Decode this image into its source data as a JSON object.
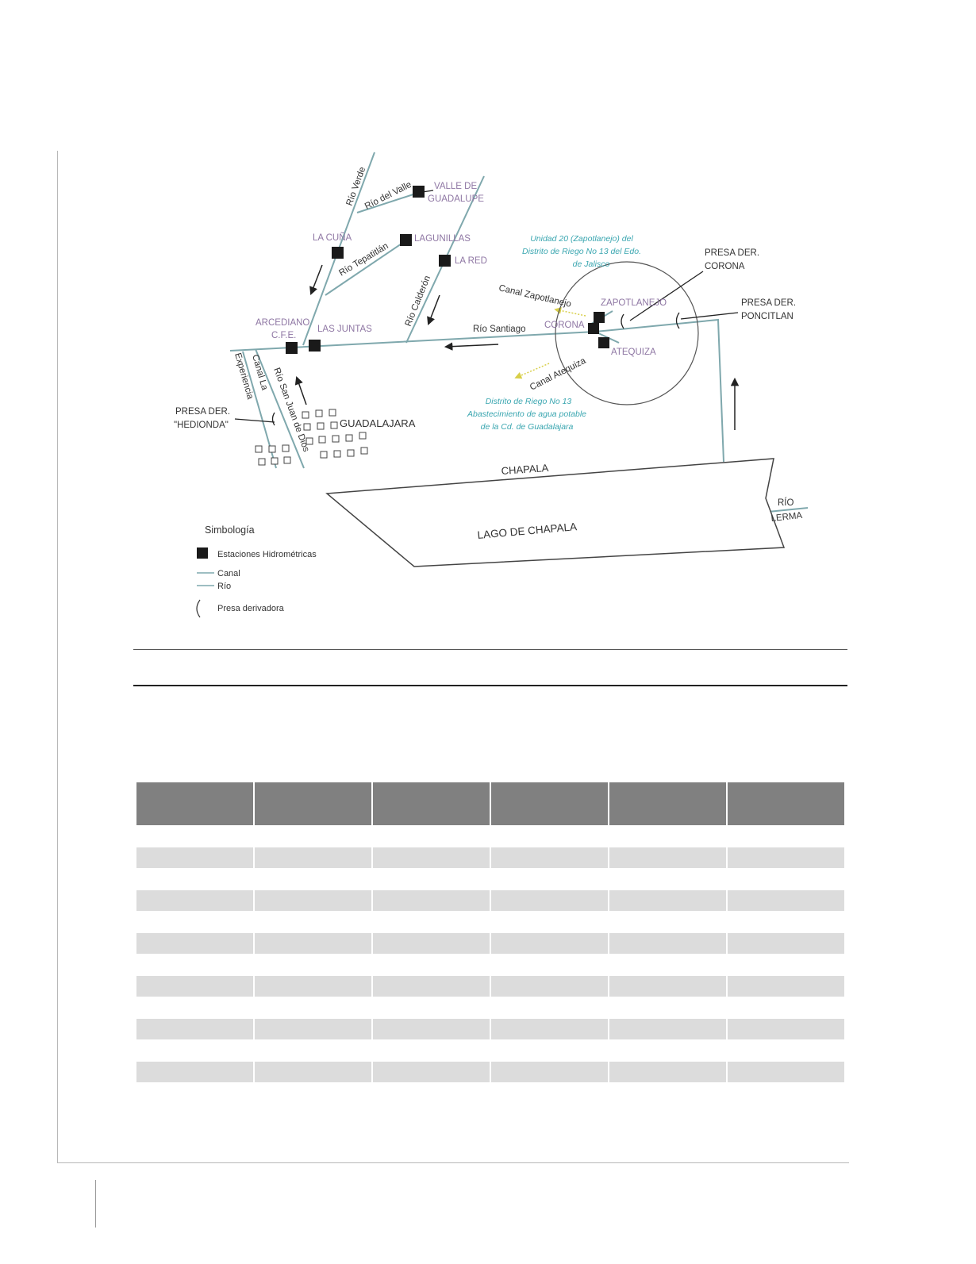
{
  "map": {
    "stations": {
      "valle_de_guadalupe": "VALLE DE GUADALUPE",
      "valle_line1": "VALLE DE",
      "valle_line2": "GUADALUPE",
      "la_cuna": "LA CUÑA",
      "lagunillas": "LAGUNILLAS",
      "la_red": "LA RED",
      "arcediano_line1": "ARCEDIANO",
      "arcediano_line2": "C.F.E.",
      "las_juntas": "LAS JUNTAS",
      "zapotlanejo": "ZAPOTLANEJO",
      "corona": "CORONA",
      "atequiza": "ATEQUIZA"
    },
    "rivers": {
      "rio_verde": "Río Verde",
      "rio_del_valle": "Río del Valle",
      "rio_tepatitlan": "Río Tepatitlán",
      "rio_calderon": "Río Calderón",
      "rio_santiago": "Río Santiago",
      "rio_san_juan_de_dios": "Río San Juan de Dios",
      "rio_lerma_line1": "RÍO",
      "rio_lerma_line2": "LERMA"
    },
    "canals": {
      "canal_zapotlanejo": "Canal Zapotlanejo",
      "canal_atequiza": "Canal Atequiza",
      "canal_la_experiencia_line1": "Canal La",
      "canal_la_experiencia_line2": "Experiencia"
    },
    "dams": {
      "corona_line1": "PRESA DER.",
      "corona_line2": "CORONA",
      "poncitlan_line1": "PRESA DER.",
      "poncitlan_line2": "PONCITLAN",
      "hedionda_line1": "PRESA DER.",
      "hedionda_line2": "\"HEDIONDA\""
    },
    "notes": {
      "unidad_line1": "Unidad 20 (Zapotlanejo) del",
      "unidad_line2": "Distrito de Riego No 13 del Edo.",
      "unidad_line3": "de Jalisco",
      "distrito_line1": "Distrito de Riego No 13",
      "distrito_line2": "Abastecimiento de agua potable",
      "distrito_line3": "de la Cd. de Guadalajara"
    },
    "places": {
      "guadalajara": "GUADALAJARA",
      "chapala": "CHAPALA",
      "lago_de_chapala": "LAGO DE CHAPALA"
    },
    "legend": {
      "title": "Simbología",
      "stations": "Estaciones Hidrométricas",
      "canal": "Canal",
      "rio": "Río",
      "presa": "Presa derivadora"
    },
    "colors": {
      "river": "#7fa8ad",
      "station_label": "#8e76a3",
      "note": "#3aa6b0",
      "canal_arrow": "#d8cf4a",
      "ink": "#333333"
    }
  },
  "table": {
    "columns": 6,
    "body_rows": 12,
    "header_color": "#808080",
    "stripe_color": "#dcdcdc"
  }
}
